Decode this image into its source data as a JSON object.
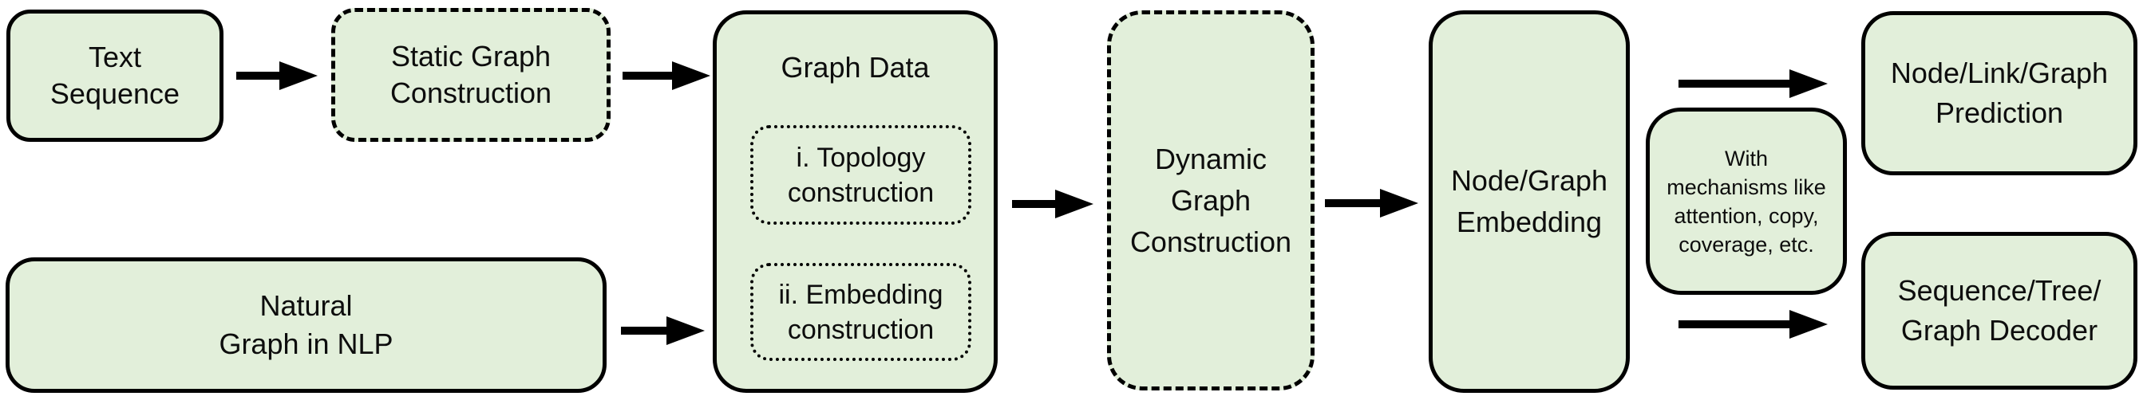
{
  "colors": {
    "box_fill": "#e2efda",
    "box_border": "#000000",
    "arrow": "#000000",
    "background": "#ffffff",
    "text": "#0d0d0d"
  },
  "nodes": {
    "text_sequence": {
      "border": "solid",
      "lines": [
        "Text",
        "Sequence"
      ]
    },
    "static_graph_construction": {
      "border": "dashed",
      "lines": [
        "Static Graph",
        "Construction"
      ]
    },
    "graph_data": {
      "border": "solid",
      "title": "Graph Data",
      "children": {
        "topology_construction": {
          "border": "dotted",
          "lines": [
            "i. Topology",
            "construction"
          ]
        },
        "embedding_construction": {
          "border": "dotted",
          "lines": [
            "ii. Embedding",
            "construction"
          ]
        }
      }
    },
    "natural_graph_in_nlp": {
      "border": "solid",
      "lines": [
        "Natural",
        "Graph in NLP"
      ]
    },
    "dynamic_graph_construction": {
      "border": "dashed",
      "lines": [
        "Dynamic",
        "Graph",
        "Construction"
      ]
    },
    "node_graph_embedding": {
      "border": "solid",
      "lines": [
        "Node/Graph",
        "Embedding"
      ]
    },
    "with_mechanisms": {
      "border": "solid",
      "lines": [
        "With",
        "mechanisms like",
        "attention, copy,",
        "coverage, etc."
      ]
    },
    "node_link_graph_prediction": {
      "border": "solid",
      "lines": [
        "Node/Link/Graph",
        "Prediction"
      ]
    },
    "sequence_tree_graph_decoder": {
      "border": "solid",
      "lines": [
        "Sequence/Tree/",
        "Graph Decoder"
      ]
    }
  },
  "arrows": [
    {
      "id": "arrow-text-to-static",
      "from": "text_sequence",
      "to": "static_graph_construction"
    },
    {
      "id": "arrow-static-to-graph-data",
      "from": "static_graph_construction",
      "to": "graph_data"
    },
    {
      "id": "arrow-natural-to-graph-data",
      "from": "natural_graph_in_nlp",
      "to": "graph_data"
    },
    {
      "id": "arrow-graph-data-to-dynamic",
      "from": "graph_data",
      "to": "dynamic_graph_construction"
    },
    {
      "id": "arrow-dynamic-to-embedding",
      "from": "dynamic_graph_construction",
      "to": "node_graph_embedding"
    },
    {
      "id": "arrow-embedding-to-prediction",
      "from": "node_graph_embedding",
      "to": "node_link_graph_prediction"
    },
    {
      "id": "arrow-embedding-to-decoder",
      "from": "node_graph_embedding",
      "to": "sequence_tree_graph_decoder"
    }
  ]
}
